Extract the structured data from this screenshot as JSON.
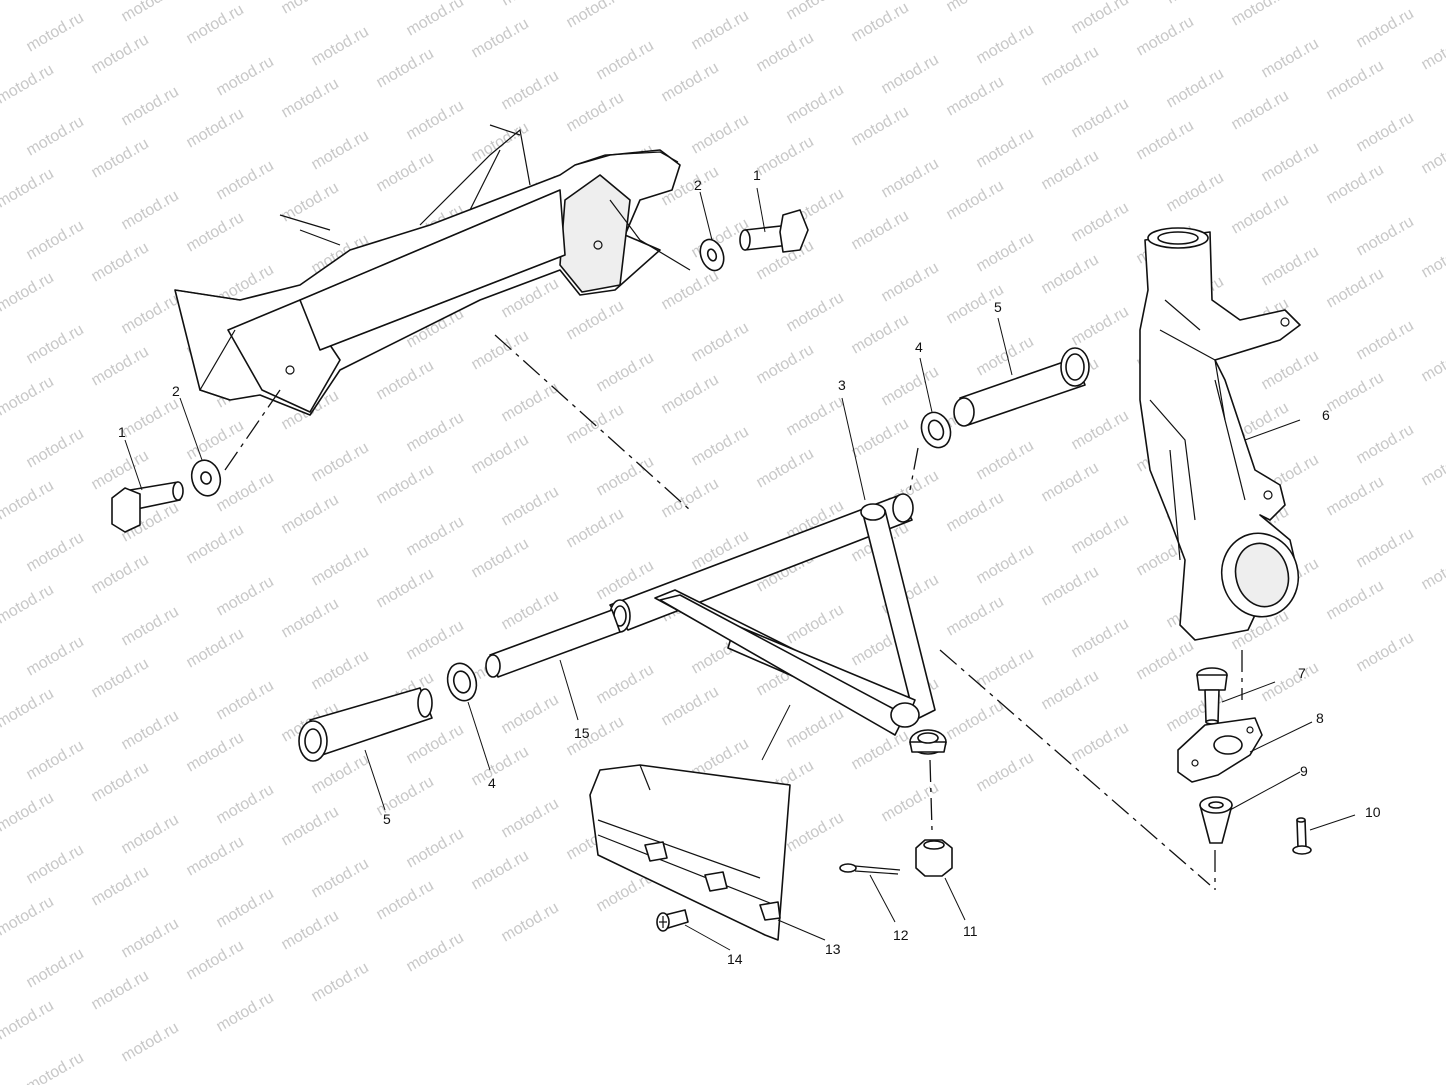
{
  "watermark": {
    "text": "motod.ru"
  },
  "callouts": [
    {
      "id": "bolt-top",
      "label": "1"
    },
    {
      "id": "washer-top",
      "label": "2"
    },
    {
      "id": "bolt-left",
      "label": "1"
    },
    {
      "id": "washer-left",
      "label": "2"
    },
    {
      "id": "a-arm",
      "label": "3"
    },
    {
      "id": "bushing-top",
      "label": "4"
    },
    {
      "id": "sleeve-top",
      "label": "5"
    },
    {
      "id": "spindle",
      "label": "6"
    },
    {
      "id": "ball-joint",
      "label": "7"
    },
    {
      "id": "plate",
      "label": "8"
    },
    {
      "id": "boot",
      "label": "9"
    },
    {
      "id": "pin",
      "label": "10"
    },
    {
      "id": "nut",
      "label": "11"
    },
    {
      "id": "cotter-pin",
      "label": "12"
    },
    {
      "id": "guard",
      "label": "13"
    },
    {
      "id": "screw",
      "label": "14"
    },
    {
      "id": "tube",
      "label": "15"
    },
    {
      "id": "bushing-bottom",
      "label": "4"
    },
    {
      "id": "sleeve-bottom",
      "label": "5"
    }
  ]
}
